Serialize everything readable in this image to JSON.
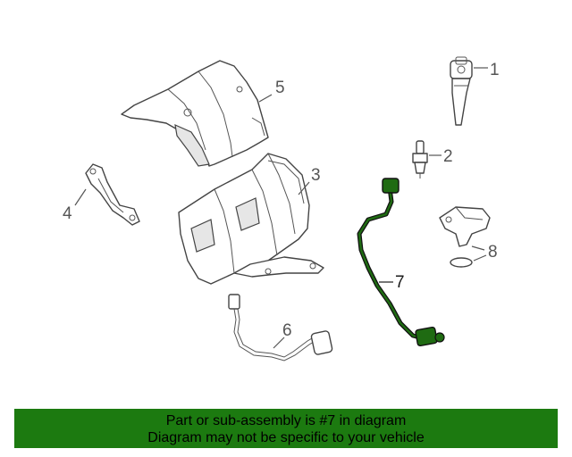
{
  "callouts": {
    "p1": "1",
    "p2": "2",
    "p3": "3",
    "p4": "4",
    "p5": "5",
    "p6": "6",
    "p7": "7",
    "p8": "8"
  },
  "banner": {
    "line1": "Part or sub-assembly is #7 in diagram",
    "line2": "Diagram may not be specific to your vehicle"
  },
  "colors": {
    "banner_bg": "#1c7a10",
    "highlight_part": "#1f6b12"
  }
}
